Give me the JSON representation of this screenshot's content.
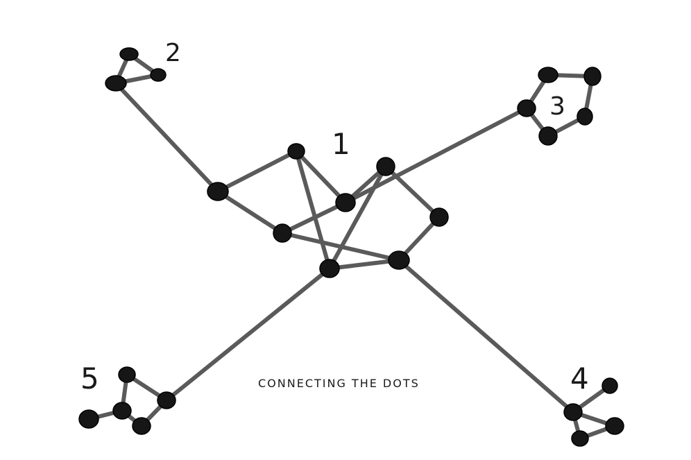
{
  "caption": "CONNECTING THE DOTS",
  "clusters": [
    {
      "id": "c1",
      "label": "1"
    },
    {
      "id": "c2",
      "label": "2"
    },
    {
      "id": "c3",
      "label": "3"
    },
    {
      "id": "c4",
      "label": "4"
    },
    {
      "id": "c5",
      "label": "5"
    }
  ],
  "nodes": [
    "n1a",
    "n1b",
    "n1c",
    "n1d",
    "n1e",
    "n1f",
    "n1g",
    "n1h",
    "n2a",
    "n2b",
    "n2c",
    "n3a",
    "n3b",
    "n3c",
    "n3d",
    "n3e",
    "n4a",
    "n4b",
    "n4c",
    "n4d",
    "n5a",
    "n5b",
    "n5c",
    "n5d",
    "n5e"
  ],
  "edges": [
    [
      "n1a",
      "n1b"
    ],
    [
      "n1a",
      "n1c"
    ],
    [
      "n1b",
      "n1d"
    ],
    [
      "n1c",
      "n1d"
    ],
    [
      "n1d",
      "n1e"
    ],
    [
      "n1e",
      "n1f"
    ],
    [
      "n1e",
      "n1g"
    ],
    [
      "n1f",
      "n1h"
    ],
    [
      "n1g",
      "n1h"
    ],
    [
      "n1c",
      "n1h"
    ],
    [
      "n1b",
      "n1g"
    ],
    [
      "n1a",
      "n2c"
    ],
    [
      "n2a",
      "n2b"
    ],
    [
      "n2a",
      "n2c"
    ],
    [
      "n2b",
      "n2c"
    ],
    [
      "n1d",
      "n3a"
    ],
    [
      "n3a",
      "n3b"
    ],
    [
      "n3b",
      "n3c"
    ],
    [
      "n3c",
      "n3d"
    ],
    [
      "n3d",
      "n3e"
    ],
    [
      "n3e",
      "n3a"
    ],
    [
      "n1h",
      "n4a"
    ],
    [
      "n4a",
      "n4b"
    ],
    [
      "n4a",
      "n4c"
    ],
    [
      "n4c",
      "n4d"
    ],
    [
      "n4d",
      "n4a"
    ],
    [
      "n1g",
      "n5e"
    ],
    [
      "n5a",
      "n5c"
    ],
    [
      "n5b",
      "n5c"
    ],
    [
      "n5c",
      "n5d"
    ],
    [
      "n5d",
      "n5e"
    ],
    [
      "n5e",
      "n5a"
    ]
  ]
}
